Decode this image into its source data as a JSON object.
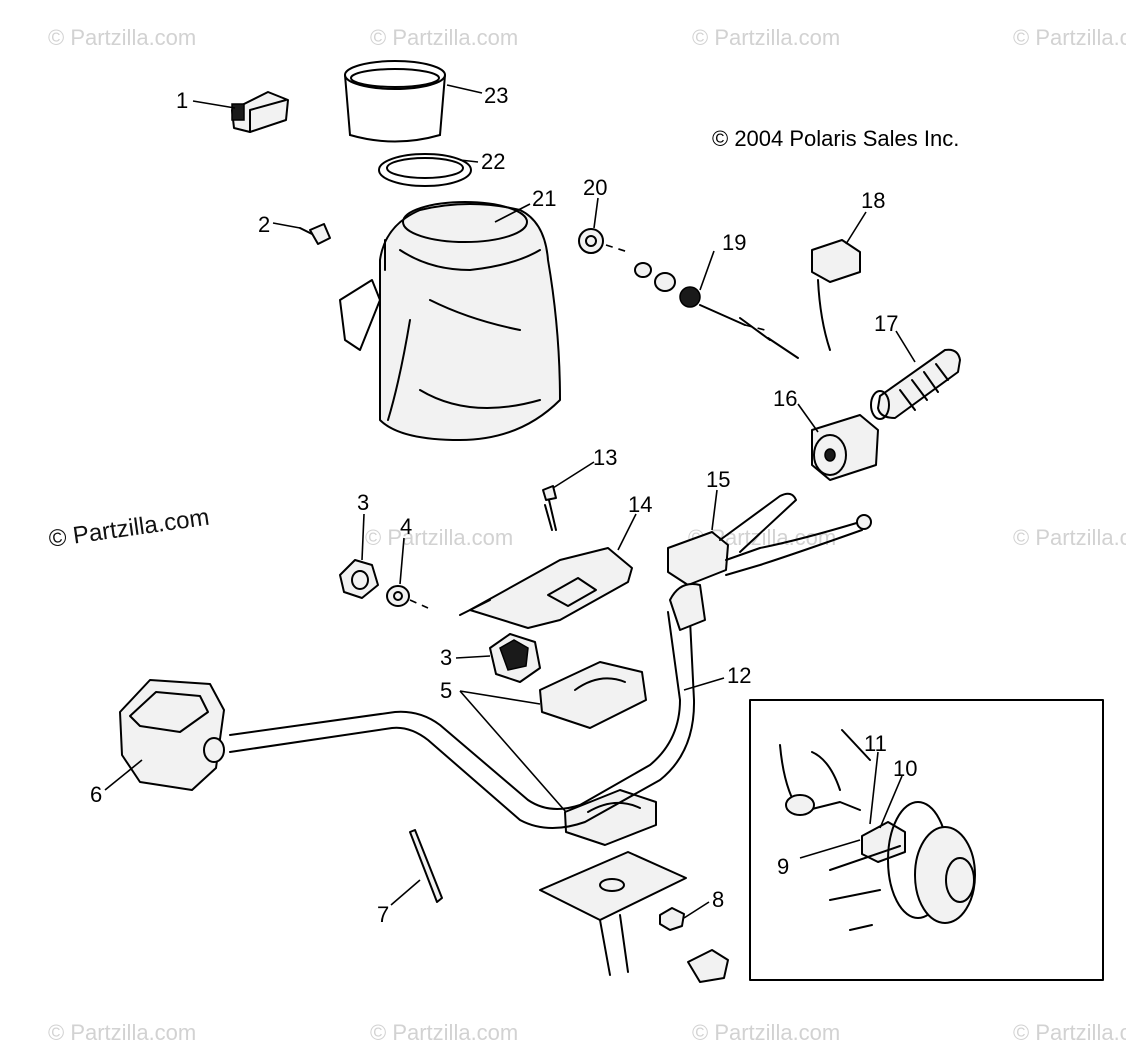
{
  "copyright": "© 2004 Polaris Sales Inc.",
  "watermark": "© Partzilla.com",
  "callouts": {
    "c1": "1",
    "c2": "2",
    "c3a": "3",
    "c3b": "3",
    "c4": "4",
    "c5": "5",
    "c6": "6",
    "c7": "7",
    "c8": "8",
    "c9": "9",
    "c10": "10",
    "c11": "11",
    "c12": "12",
    "c13": "13",
    "c14": "14",
    "c15": "15",
    "c16": "16",
    "c17": "17",
    "c18": "18",
    "c19": "19",
    "c20": "20",
    "c21": "21",
    "c22": "22",
    "c23": "23"
  }
}
